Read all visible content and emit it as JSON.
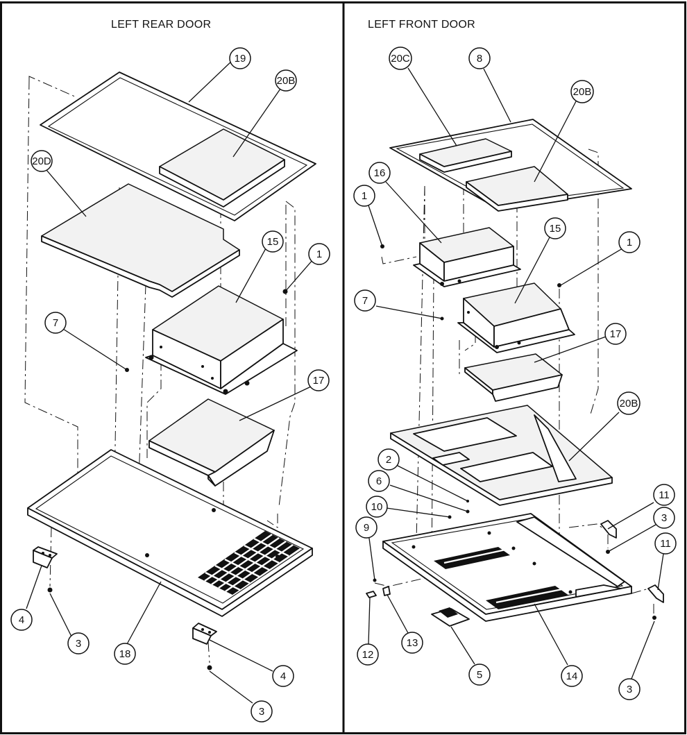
{
  "panels": [
    {
      "id": "left",
      "title": "LEFT REAR DOOR"
    },
    {
      "id": "right",
      "title": "LEFT FRONT DOOR"
    }
  ],
  "callouts": {
    "left": [
      "19",
      "20B",
      "20D",
      "15",
      "1",
      "7",
      "17",
      "4",
      "3",
      "18",
      "4",
      "3"
    ],
    "right": [
      "20C",
      "8",
      "20B",
      "16",
      "1",
      "15",
      "1",
      "7",
      "17",
      "20B",
      "2",
      "6",
      "10",
      "9",
      "11",
      "3",
      "11",
      "12",
      "13",
      "5",
      "14",
      "3"
    ]
  },
  "colors": {
    "ink": "#111111",
    "paper": "#ffffff"
  }
}
